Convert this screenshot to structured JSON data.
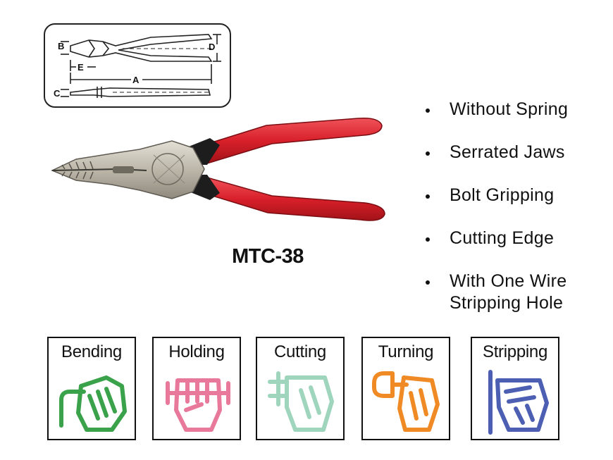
{
  "diagram": {
    "labels": {
      "a": "A",
      "b": "B",
      "c": "C",
      "d": "D",
      "e": "E"
    }
  },
  "model": "MTC-38",
  "features": [
    "Without Spring",
    "Serrated  Jaws",
    "Bolt Gripping",
    "Cutting Edge",
    "With One Wire Stripping Hole"
  ],
  "uses": [
    {
      "label": "Bending",
      "icon": "hand-bending-icon",
      "color": "#3aa24a"
    },
    {
      "label": "Holding",
      "icon": "hand-holding-icon",
      "color": "#e8799a"
    },
    {
      "label": "Cutting",
      "icon": "hand-cutting-icon",
      "color": "#9fd4bd"
    },
    {
      "label": "Turning",
      "icon": "hand-turning-icon",
      "color": "#f08a24"
    },
    {
      "label": "Stripping",
      "icon": "hand-stripping-icon",
      "color": "#4d5fb3"
    }
  ],
  "colors": {
    "handle": "#d8202a",
    "steel": "#c9c4b8",
    "text": "#111111"
  }
}
